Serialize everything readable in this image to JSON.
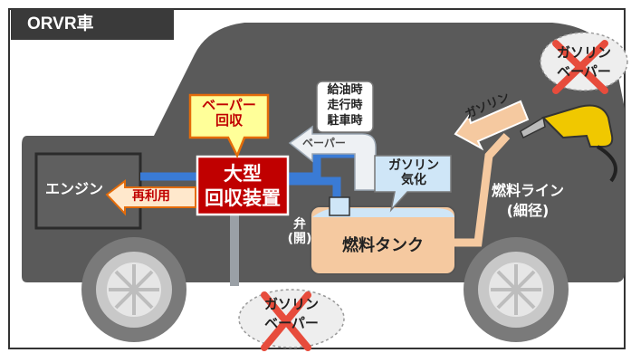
{
  "header": {
    "title": "ORVR車"
  },
  "labels": {
    "engine": "エンジン",
    "recover_unit": "大型\n回収装置",
    "vapor_recovery_callout": "ベーパー\n回収",
    "reuse": "再利用",
    "vapor_flow": "ベーパー",
    "conditions": "給油時\n走行時\n駐車時",
    "vaporize": "ガソリン\n気化",
    "valve": "弁\n(開)",
    "fuel_tank": "燃料タンク",
    "fuel_line": "燃料ライン\n(細径)",
    "gasoline_flow": "ガソリン",
    "vapor_top_right": "ガソリン\nベーパー",
    "vapor_bottom": "ガソリン\nベーパー"
  },
  "colors": {
    "car_body": "#5a5a5a",
    "recover_unit": "#c00000",
    "callout": "#ffff99",
    "callout_border": "#e46c0a",
    "pipe_blue": "#3a7bd5",
    "tank_orange": "#f5c9a0",
    "cross_red": "#e74c3c"
  },
  "icons": [
    "nozzle-icon",
    "cloud-icon",
    "cross-icon",
    "wheel-icon"
  ]
}
